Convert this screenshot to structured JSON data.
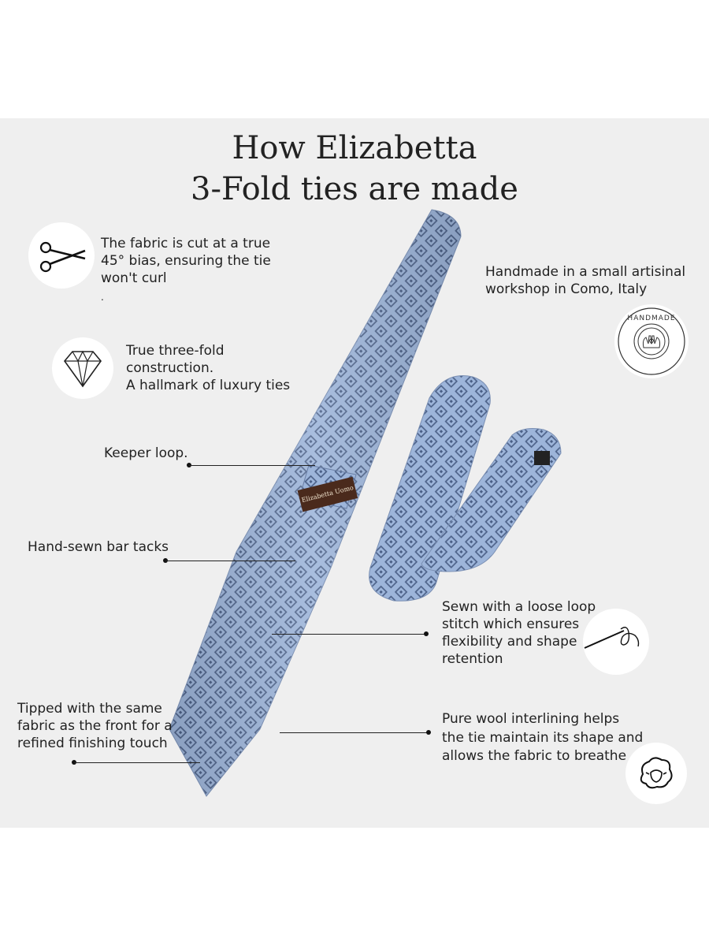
{
  "title": {
    "line1": "How Elizabetta",
    "line2": "3-Fold ties are made"
  },
  "features": {
    "bias_cut": {
      "line1": "The fabric is cut at a true",
      "line2": "45° bias, ensuring the tie",
      "line3": "won't curl",
      "line4": "."
    },
    "three_fold": {
      "line1": "True three-fold",
      "line2": "construction.",
      "line3": "A hallmark of luxury ties"
    },
    "keeper_loop": {
      "line1": "Keeper loop."
    },
    "bar_tacks": {
      "line1": "Hand-sewn bar tacks"
    },
    "tipping": {
      "line1": "Tipped with the same",
      "line2": "fabric as the front for a",
      "line3": "refined finishing touch"
    },
    "handmade": {
      "line1": "Handmade in a small artisinal",
      "line2": "workshop in Como, Italy",
      "badge_text": "HANDMADE"
    },
    "loop_stitch": {
      "line1": "Sewn with a loose loop",
      "line2": "stitch which ensures",
      "line3": "flexibility and shape",
      "line4": "retention"
    },
    "wool": {
      "line1": "Pure wool interlining helps",
      "line2": "the tie maintain its shape and",
      "line3": "allows the fabric to breathe"
    }
  },
  "tie": {
    "label_text": "Elizabetta Uomo",
    "color_main": "#9bb3d8",
    "color_dark": "#4a5f86",
    "label_color": "#4a2a1c"
  },
  "icons": [
    "scissors-icon",
    "diamond-icon",
    "handmade-hands-icon",
    "needle-thread-icon",
    "sheep-icon"
  ]
}
